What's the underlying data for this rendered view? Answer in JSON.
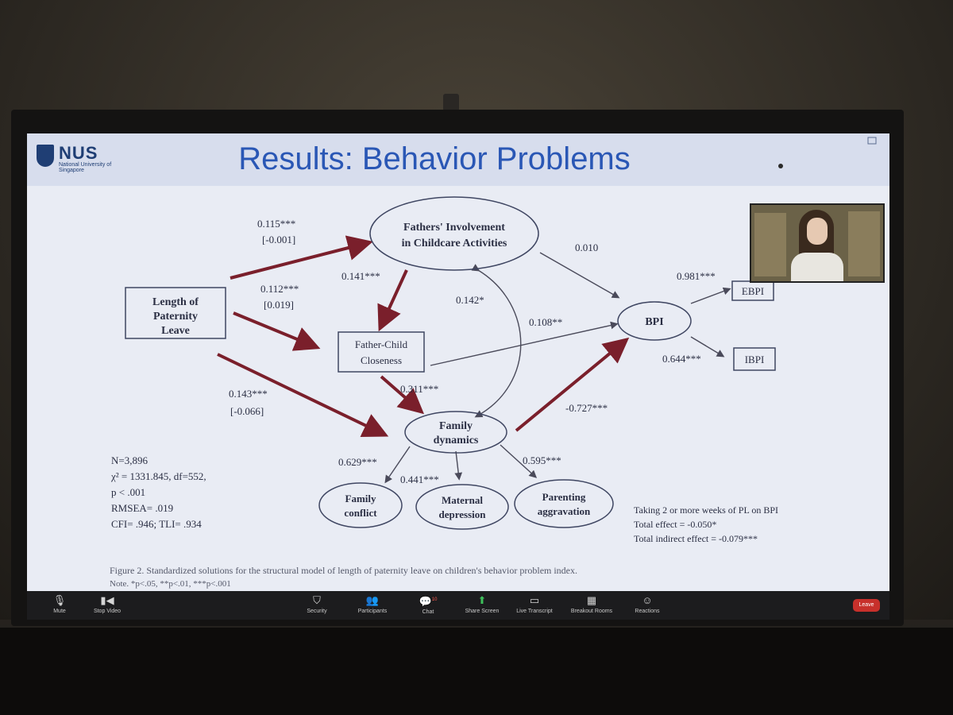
{
  "slide": {
    "logo_text": "NUS",
    "logo_subtext": "National University of Singapore",
    "title": "Results: Behavior Problems"
  },
  "diagram": {
    "nodes": {
      "length_leave": [
        "Length of",
        "Paternity",
        "Leave"
      ],
      "fathers_involvement": [
        "Fathers' Involvement",
        "in Childcare Activities"
      ],
      "father_child_closeness": [
        "Father-Child",
        "Closeness"
      ],
      "family_dynamics": [
        "Family",
        "dynamics"
      ],
      "bpi": "BPI",
      "ebpi": "EBPI",
      "ibpi": "IBPI",
      "family_conflict": [
        "Family",
        "conflict"
      ],
      "maternal_depression": [
        "Maternal",
        "depression"
      ],
      "parenting_aggravation": [
        "Parenting",
        "aggravation"
      ]
    },
    "paths": {
      "leave_to_involvement": [
        "0.115***",
        "[-0.001]"
      ],
      "leave_to_closeness": [
        "0.112***",
        "[0.019]"
      ],
      "leave_to_dynamics": [
        "0.143***",
        "[-0.066]"
      ],
      "involvement_to_closeness": "0.141***",
      "involvement_dynamics_cov": "0.142*",
      "involvement_to_bpi": "0.010",
      "closeness_to_bpi": "0.108**",
      "closeness_to_dynamics": "0.311***",
      "dynamics_to_bpi": "-0.727***",
      "bpi_to_ebpi": "0.981***",
      "bpi_to_ibpi": "0.644***",
      "dynamics_to_conflict": "0.629***",
      "dynamics_to_depression": "0.441***",
      "dynamics_to_aggravation": "0.595***"
    },
    "fit_stats": [
      "N=3,896",
      "χ² = 1331.845, df=552,",
      "p < .001",
      "RMSEA= .019",
      "CFI= .946; TLI= .934"
    ],
    "effects": [
      "Taking 2 or more weeks of PL on BPI",
      "Total effect = -0.050*",
      "Total indirect effect = -0.079***"
    ],
    "caption_line1": "Figure 2. Standardized solutions for the structural model of length of paternity leave on children's behavior problem index.",
    "caption_line2": "Note. *p<.05, **p<.01, ***p<.001"
  },
  "toolbar": {
    "items": [
      {
        "label": "Mute",
        "icon": "microphone-icon"
      },
      {
        "label": "Stop Video",
        "icon": "video-camera-icon"
      },
      {
        "label": "Security",
        "icon": "shield-icon"
      },
      {
        "label": "Participants",
        "icon": "people-icon"
      },
      {
        "label": "Chat",
        "icon": "chat-bubble-icon"
      },
      {
        "label": "Share Screen",
        "icon": "share-screen-icon"
      },
      {
        "label": "Live Transcript",
        "icon": "captions-icon"
      },
      {
        "label": "Breakout Rooms",
        "icon": "grid-icon"
      },
      {
        "label": "Reactions",
        "icon": "smile-icon"
      }
    ],
    "participants_count": "",
    "chat_badge": "10",
    "leave_label": "Leave"
  },
  "colors": {
    "slide_bg": "#e9ecf4",
    "title_blue": "#2a57b5",
    "arrow_red": "#7a1f2b",
    "arrow_thin": "#4a4a5a",
    "leave_red": "#c7302b"
  }
}
